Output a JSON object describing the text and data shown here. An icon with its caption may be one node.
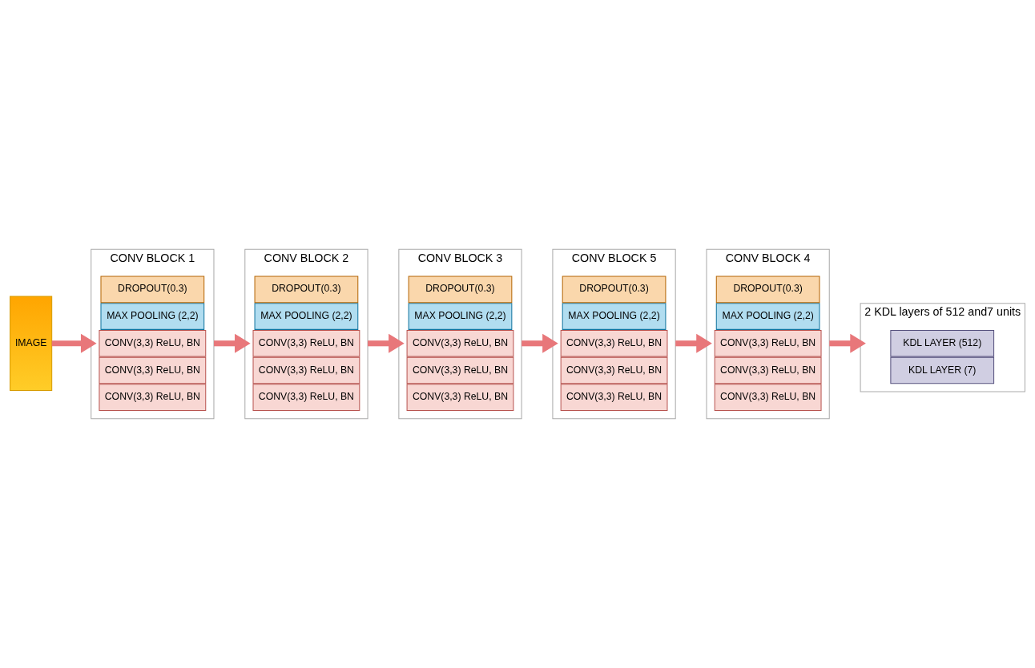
{
  "diagram": {
    "nodes": [
      {
        "text": [
          "IMAGE"
        ]
      },
      {
        "text": [
          "CONV BLOCK 1"
        ]
      },
      {
        "text": [
          "CONV(3,3) ReLU, BN"
        ],
        "in": 1
      },
      {
        "text": [
          "CONV(3,3) ReLU, BN"
        ],
        "in": 1
      },
      {
        "text": [
          "CONV(3,3) ReLU, BN"
        ],
        "in": 1
      },
      {
        "text": [
          "MAX POOLING (2,2)"
        ],
        "in": 1
      },
      {
        "text": [
          "DROPOUT(0.3)"
        ],
        "in": 1
      },
      {
        "text": [
          "CONV BLOCK 2"
        ]
      },
      {
        "text": [
          "CONV(3,3) ReLU, BN"
        ],
        "in": 7
      },
      {
        "text": [
          "CONV(3,3) ReLU, BN"
        ],
        "in": 7
      },
      {
        "text": [
          "CONV(3,3) ReLU, BN"
        ],
        "in": 7
      },
      {
        "text": [
          "MAX POOLING (2,2)"
        ],
        "in": 7
      },
      {
        "text": [
          "DROPOUT(0.3)"
        ],
        "in": 7
      },
      {
        "text": [
          "CONV BLOCK 3"
        ]
      },
      {
        "text": [
          "CONV(3,3) ReLU, BN"
        ],
        "in": 13
      },
      {
        "text": [
          "CONV(3,3) ReLU, BN"
        ],
        "in": 13
      },
      {
        "text": [
          "CONV(3,3) ReLU, BN"
        ],
        "in": 13
      },
      {
        "text": [
          "MAX POOLING (2,2)"
        ],
        "in": 13
      },
      {
        "text": [
          "DROPOUT(0.3)"
        ],
        "in": 13
      },
      {
        "text": [
          "CONV BLOCK 4"
        ]
      },
      {
        "text": [
          "CONV(3,3) ReLU, BN"
        ],
        "in": 19
      },
      {
        "text": [
          "CONV(3,3) ReLU, BN"
        ],
        "in": 19
      },
      {
        "text": [
          "CONV(3,3) ReLU, BN"
        ],
        "in": 19
      },
      {
        "text": [
          "MAX POOLING (2,2)"
        ],
        "in": 19
      },
      {
        "text": [
          "DROPOUT(0.3)"
        ],
        "in": 19
      },
      {
        "text": [
          "CONV BLOCK 5"
        ]
      },
      {
        "text": [
          "CONV(3,3) ReLU, BN"
        ],
        "in": 25
      },
      {
        "text": [
          "CONV(3,3) ReLU, BN"
        ],
        "in": 25
      },
      {
        "text": [
          "CONV(3,3) ReLU, BN"
        ],
        "in": 25
      },
      {
        "text": [
          "MAX POOLING (2,2)"
        ],
        "in": 25
      },
      {
        "text": [
          "DROPOUT(0.3)"
        ],
        "in": 25
      },
      {
        "text": [
          "2 KDL layers of 512 and7 units"
        ]
      },
      {
        "text": [
          "KDL LAYER (7)"
        ],
        "in": 31
      },
      {
        "text": [
          "KDL LAYER (512)"
        ],
        "in": 31
      }
    ],
    "edges": [
      {
        "from": 0,
        "to": 1,
        "arrow": "to"
      },
      {
        "from": 1,
        "to": 7,
        "arrow": "to"
      },
      {
        "from": 7,
        "to": 13,
        "arrow": "to"
      },
      {
        "from": 13,
        "to": 25,
        "arrow": "to"
      },
      {
        "from": 25,
        "to": 19,
        "arrow": "to"
      },
      {
        "from": 19,
        "to": 31,
        "arrow": "to"
      }
    ]
  }
}
